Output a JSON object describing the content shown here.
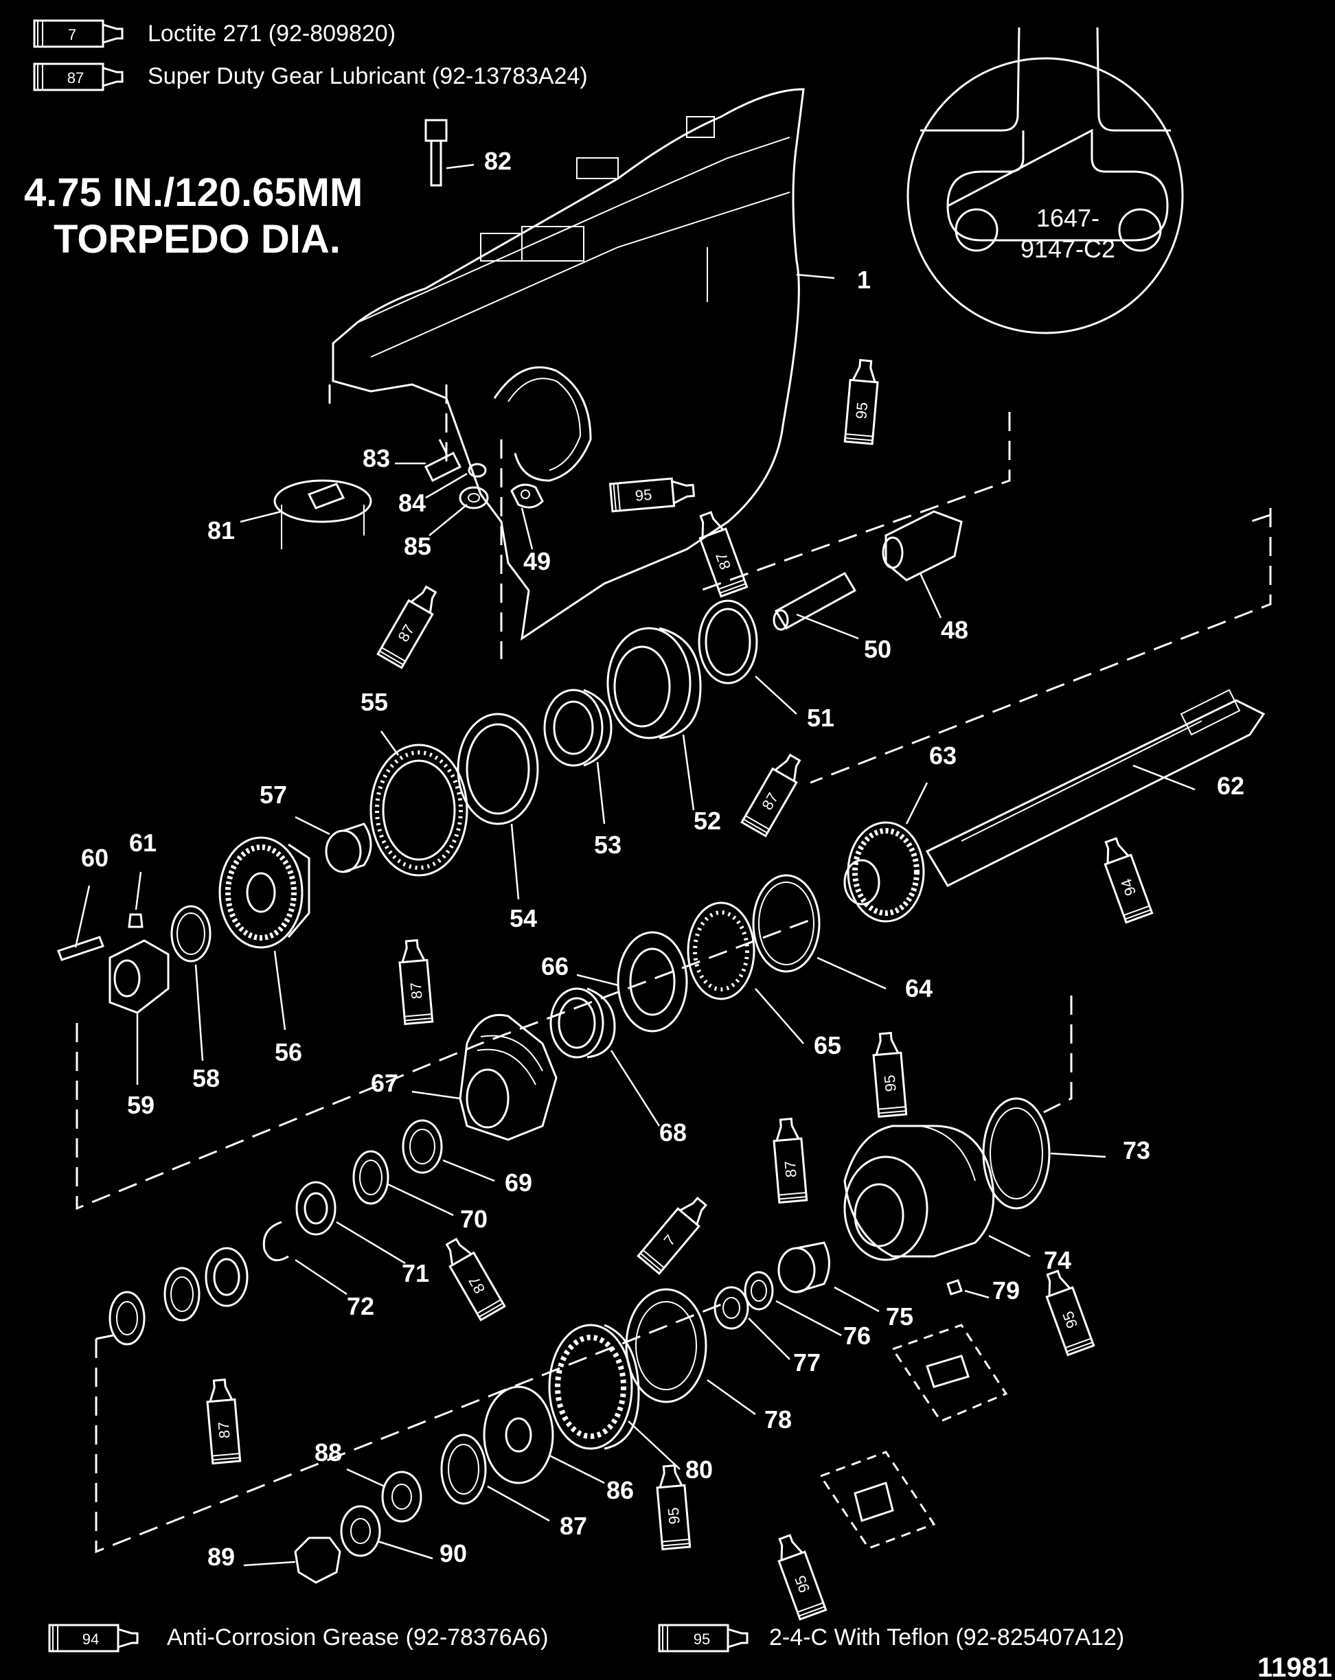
{
  "legend": {
    "top": [
      {
        "code": "7",
        "text": "Loctite 271 (92-809820)"
      },
      {
        "code": "87",
        "text": "Super Duty Gear Lubricant (92-13783A24)"
      }
    ],
    "bottom": [
      {
        "code": "94",
        "text": "Anti-Corrosion Grease (92-78376A6)"
      },
      {
        "code": "95",
        "text": "2-4-C  With Teflon (92-825407A12)"
      }
    ]
  },
  "title": {
    "line1": "4.75 IN./120.65MM",
    "line2": "TORPEDO DIA."
  },
  "detail_inset": {
    "line1": "1647-",
    "line2": "9147-C2"
  },
  "figure_number": "11981",
  "callouts": [
    "1",
    "82",
    "83",
    "84",
    "85",
    "81",
    "49",
    "48",
    "50",
    "51",
    "52",
    "53",
    "54",
    "55",
    "57",
    "56",
    "58",
    "59",
    "60",
    "61",
    "62",
    "63",
    "64",
    "65",
    "66",
    "67",
    "68",
    "69",
    "70",
    "71",
    "72",
    "73",
    "74",
    "75",
    "76",
    "77",
    "78",
    "79",
    "80",
    "86",
    "87",
    "88",
    "89",
    "90"
  ],
  "tube_labels": [
    "95",
    "95",
    "87",
    "87",
    "87",
    "87",
    "94",
    "95",
    "87",
    "7",
    "87",
    "87",
    "95",
    "95",
    "95"
  ]
}
